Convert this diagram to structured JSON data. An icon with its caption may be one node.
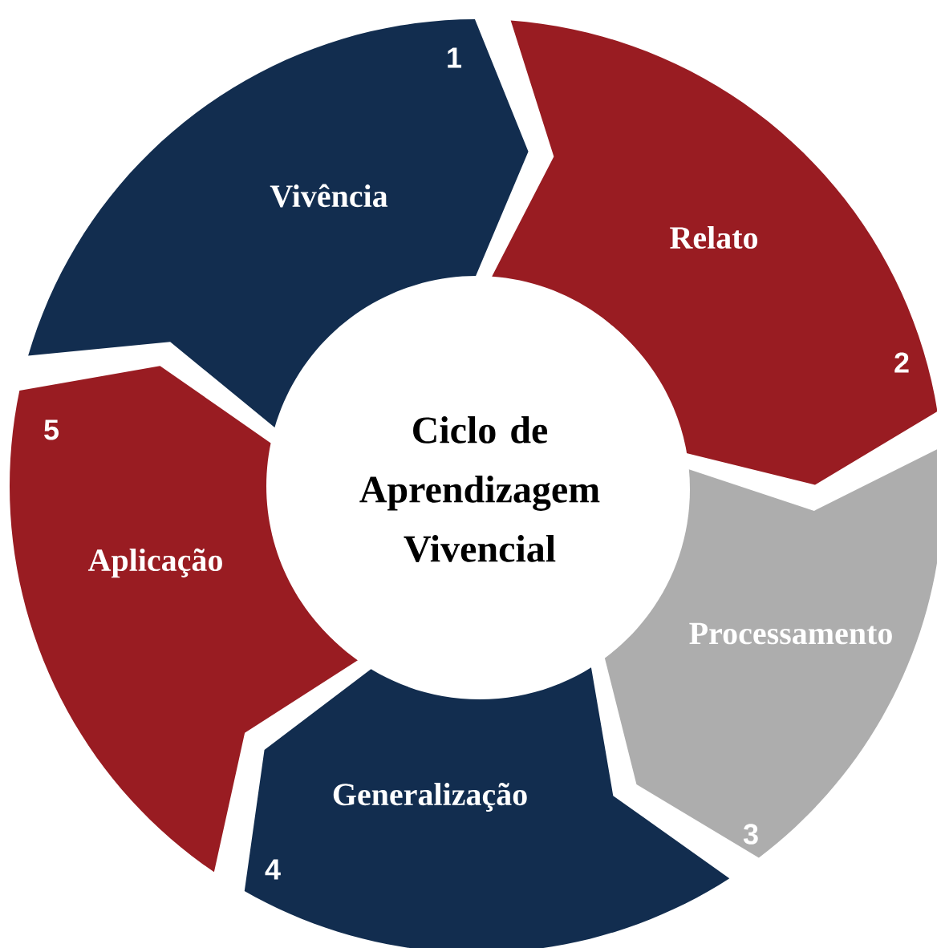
{
  "diagram": {
    "nodes": [
      {
        "text": [
          "Ciclo de Aprendizagem Vivencial"
        ]
      },
      {
        "text": [
          "Vivência",
          "1"
        ]
      },
      {
        "text": [
          "Relato",
          "2"
        ]
      },
      {
        "text": [
          "Processamento",
          "3"
        ]
      },
      {
        "text": [
          "Generalização",
          "4"
        ]
      },
      {
        "text": [
          "Aplicação",
          "5"
        ]
      }
    ]
  }
}
